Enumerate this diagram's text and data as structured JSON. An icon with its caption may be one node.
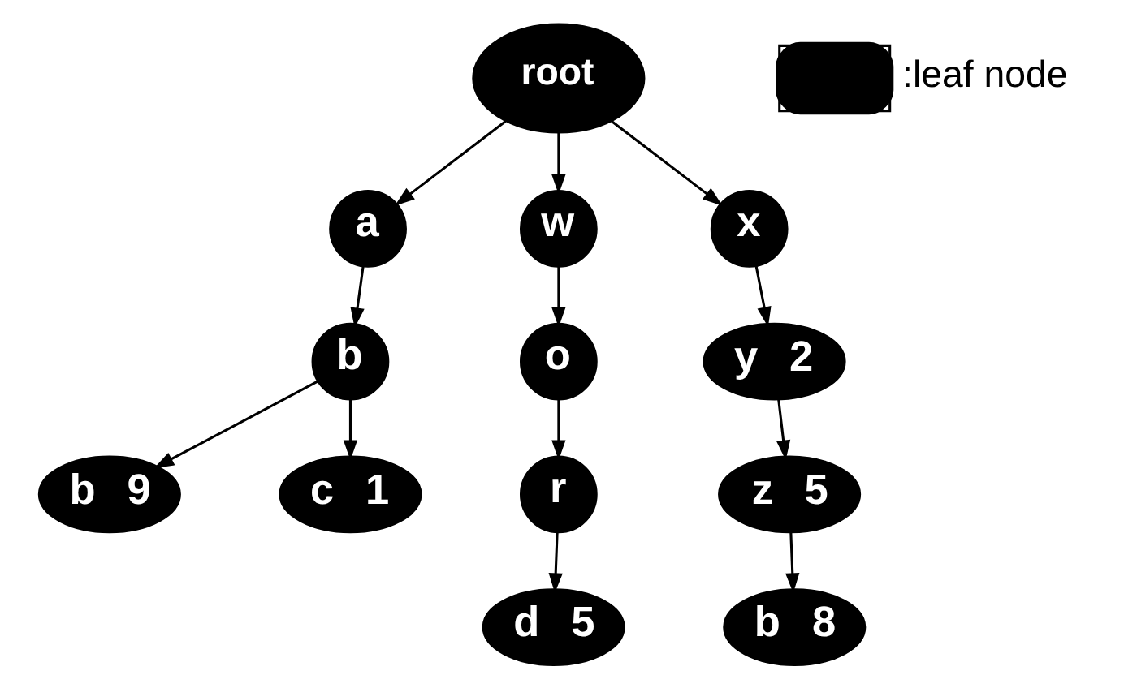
{
  "diagram": {
    "nodes": [
      {
        "text": [
          "root"
        ]
      },
      {
        "text": [
          "a"
        ]
      },
      {
        "text": [
          "w"
        ]
      },
      {
        "text": [
          "x"
        ]
      },
      {
        "text": [
          "b"
        ]
      },
      {
        "text": [
          "o"
        ]
      },
      {
        "text": [
          "y",
          "2"
        ]
      },
      {
        "text": [
          "b",
          "9"
        ]
      },
      {
        "text": [
          "c",
          "1"
        ]
      },
      {
        "text": [
          "r"
        ]
      },
      {
        "text": [
          "z",
          "5"
        ]
      },
      {
        "text": [
          "d",
          "5"
        ]
      },
      {
        "text": [
          "b",
          "8"
        ]
      }
    ],
    "edges": [
      {
        "from": 0,
        "to": 1,
        "arrow": "to"
      },
      {
        "from": 0,
        "to": 2,
        "arrow": "to"
      },
      {
        "from": 0,
        "to": 3,
        "arrow": "to"
      },
      {
        "from": 1,
        "to": 4,
        "arrow": "to"
      },
      {
        "from": 2,
        "to": 5,
        "arrow": "to"
      },
      {
        "from": 3,
        "to": 6,
        "arrow": "to"
      },
      {
        "from": 4,
        "to": 7,
        "arrow": "to"
      },
      {
        "from": 4,
        "to": 8,
        "arrow": "to"
      },
      {
        "from": 5,
        "to": 9,
        "arrow": "to"
      },
      {
        "from": 6,
        "to": 10,
        "arrow": "to"
      },
      {
        "from": 9,
        "to": 11,
        "arrow": "to"
      },
      {
        "from": 10,
        "to": 12,
        "arrow": "to"
      }
    ],
    "legend": [
      {
        "text": ":leaf node"
      }
    ]
  }
}
